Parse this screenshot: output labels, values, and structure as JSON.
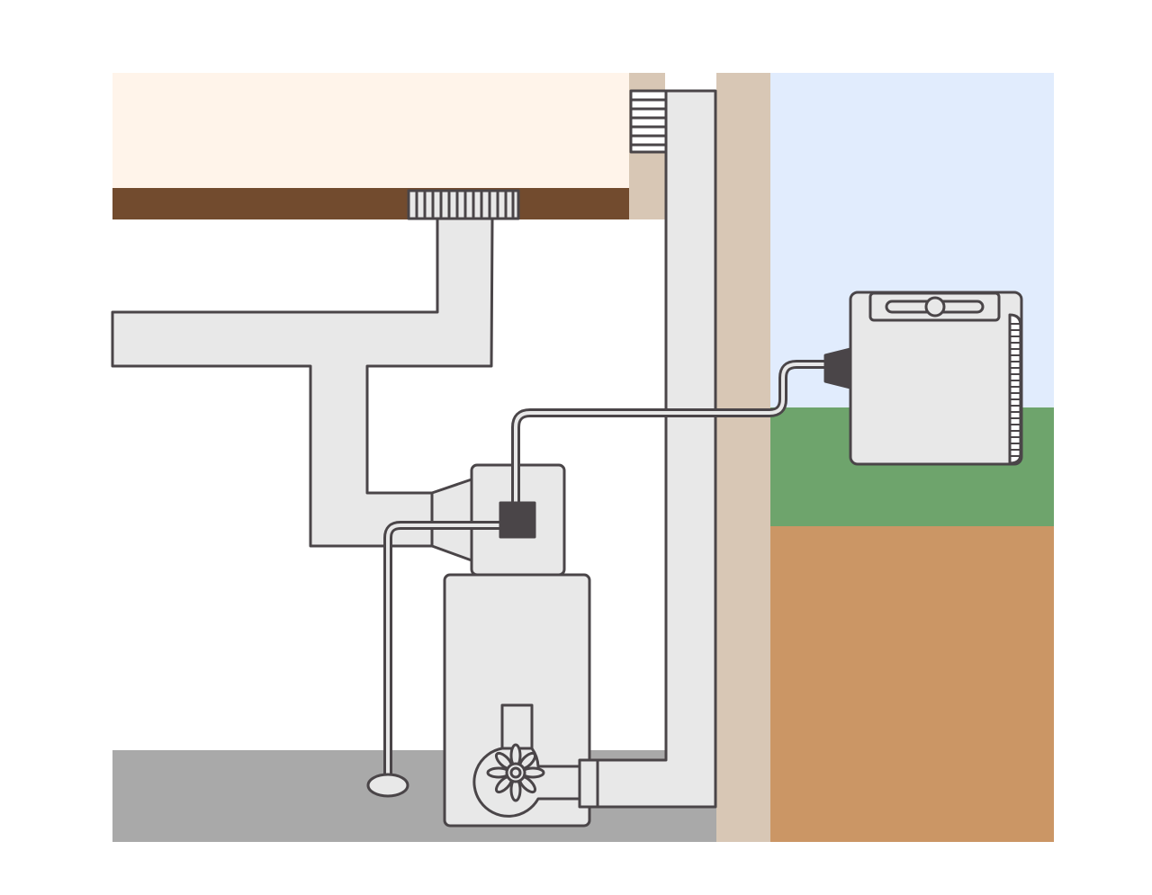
{
  "diagram": {
    "description_visible_text": "",
    "components": [
      "upstairs-room",
      "floor-slab",
      "floor-register",
      "supply-duct",
      "furnace",
      "evaporator-coil",
      "blower",
      "exhaust-vent-pipe",
      "vent-louver",
      "exterior-wall",
      "refrigerant-line",
      "condensate-drain-line",
      "floor-drain",
      "outdoor-condenser-unit",
      "condenser-fan",
      "condenser-fins",
      "service-valve",
      "sky",
      "lawn",
      "soil",
      "basement-floor"
    ],
    "colors": {
      "outline": "#4a4548",
      "duct_fill": "#e8e8e8",
      "room_fill": "#fff4ea",
      "floor_slab": "#724b2e",
      "wall_fill": "#d8c7b5",
      "sky": "#e1ecfd",
      "grass": "#6ea46c",
      "soil": "#cb9665",
      "basement_floor": "#a9a9a9",
      "dark_block": "#4a4548"
    }
  }
}
